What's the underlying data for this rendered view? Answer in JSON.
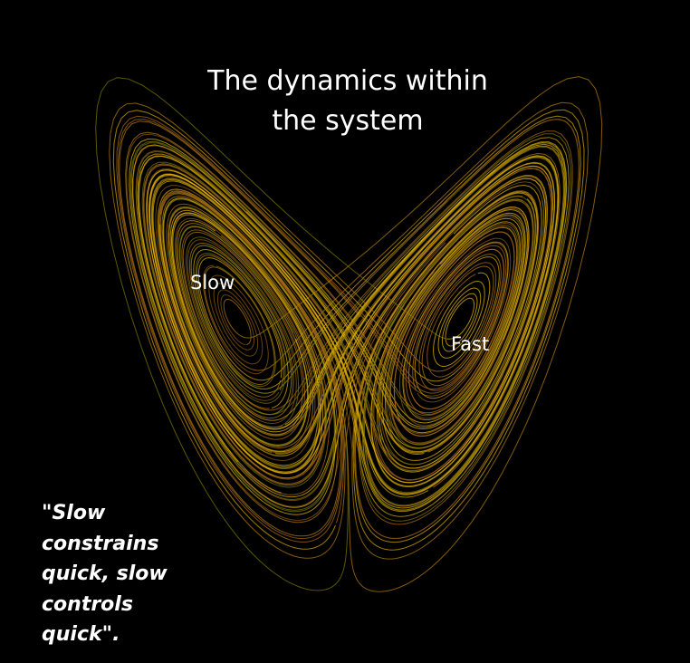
{
  "title": {
    "line1": "The dynamics within",
    "line2": "the system"
  },
  "labels": {
    "slow": "Slow",
    "fast": "Fast"
  },
  "quote": [
    "\"Slow",
    "constrains",
    "quick, slow",
    "controls",
    "quick\"."
  ],
  "colors": {
    "background": "#000000",
    "text": "#ffffff",
    "strands": [
      "#d4a800",
      "#b07a10",
      "#8a5a12",
      "#7a7400",
      "#e0b400",
      "#a86a18"
    ]
  }
}
